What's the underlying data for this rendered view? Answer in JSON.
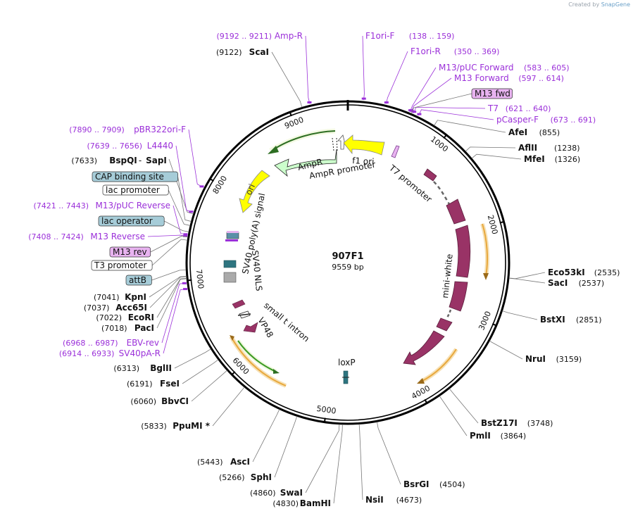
{
  "watermark": {
    "prefix": "Created by",
    "brand": "SnapGene"
  },
  "plasmid": {
    "name": "907F1",
    "length_label": "9559 bp",
    "length": 9559
  },
  "colors": {
    "primer": "#9b30d9",
    "site": "#111111",
    "ori": "#ffff00",
    "ampr": "#ccffcc",
    "cds": "#993366",
    "orange": "#e8a83c",
    "green": "#55aa22",
    "box_purple": "#e8b3f0",
    "box_blue": "#a6ccd8"
  },
  "ticks": [
    {
      "pos": 1000,
      "label": "1000"
    },
    {
      "pos": 2000,
      "label": "2000"
    },
    {
      "pos": 3000,
      "label": "3000"
    },
    {
      "pos": 4000,
      "label": "4000"
    },
    {
      "pos": 5000,
      "label": "5000"
    },
    {
      "pos": 6000,
      "label": "6000"
    },
    {
      "pos": 7000,
      "label": "7000"
    },
    {
      "pos": 8000,
      "label": "8000"
    },
    {
      "pos": 9000,
      "label": "9000"
    }
  ],
  "sites_right": [
    {
      "name": "AfeI",
      "coord": "(855)",
      "pos": 855
    },
    {
      "name": "AflII",
      "coord": "(1238)",
      "pos": 1238
    },
    {
      "name": "MfeI",
      "coord": "(1326)",
      "pos": 1326
    },
    {
      "name": "Eco53kI",
      "coord": "(2535)",
      "pos": 2535
    },
    {
      "name": "SacI",
      "coord": "(2537)",
      "pos": 2537
    },
    {
      "name": "BstXI",
      "coord": "(2851)",
      "pos": 2851
    },
    {
      "name": "NruI",
      "coord": "(3159)",
      "pos": 3159
    },
    {
      "name": "BstZ17I",
      "coord": "(3748)",
      "pos": 3748
    },
    {
      "name": "PmlI",
      "coord": "(3864)",
      "pos": 3864
    },
    {
      "name": "BsrGI",
      "coord": "(4504)",
      "pos": 4504
    },
    {
      "name": "NsiI",
      "coord": "(4673)",
      "pos": 4673
    }
  ],
  "sites_left": [
    {
      "name": "ScaI",
      "coord": "(9122)",
      "pos": 9122
    },
    {
      "name": "KpnI",
      "coord": "(7041)",
      "pos": 7041
    },
    {
      "name": "Acc65I",
      "coord": "(7037)",
      "pos": 7037
    },
    {
      "name": "EcoRI",
      "coord": "(7022)",
      "pos": 7022
    },
    {
      "name": "PacI",
      "coord": "(7018)",
      "pos": 7018
    },
    {
      "name": "BglII",
      "coord": "(6313)",
      "pos": 6313
    },
    {
      "name": "FseI",
      "coord": "(6191)",
      "pos": 6191
    },
    {
      "name": "BbvCI",
      "coord": "(6060)",
      "pos": 6060
    },
    {
      "name": "PpuMI *",
      "coord": "(5833)",
      "pos": 5833
    },
    {
      "name": "AscI",
      "coord": "(5443)",
      "pos": 5443
    },
    {
      "name": "SphI",
      "coord": "(5266)",
      "pos": 5266
    },
    {
      "name": "SwaI",
      "coord": "(4860)",
      "pos": 4860
    },
    {
      "name": "BamHI",
      "coord": "(4830)",
      "pos": 4830
    }
  ],
  "bspqi": {
    "coord": "(7633)",
    "name": "BspQI",
    "sep": " - ",
    "name2": "SapI",
    "pos": 7633
  },
  "primers_right": [
    {
      "name": "F1ori-F",
      "coord": "(138 .. 159)",
      "pos": 148
    },
    {
      "name": "F1ori-R",
      "coord": "(350 .. 369)",
      "pos": 360
    },
    {
      "name": "M13/pUC Forward",
      "coord": "(583 .. 605)",
      "pos": 594
    },
    {
      "name": "M13 Forward",
      "coord": "(597 .. 614)",
      "pos": 605
    },
    {
      "name": "T7",
      "coord": "(621 .. 640)",
      "pos": 630
    },
    {
      "name": "pCasper-F",
      "coord": "(673 .. 691)",
      "pos": 682
    }
  ],
  "primers_left": [
    {
      "name": "Amp-R",
      "coord": "(9192 .. 9211)",
      "pos": 9201
    },
    {
      "name": "pBR322ori-F",
      "coord": "(7890 .. 7909)",
      "pos": 7900
    },
    {
      "name": "L4440",
      "coord": "(7639 .. 7656)",
      "pos": 7647
    },
    {
      "name": "M13/pUC Reverse",
      "coord": "(7421 .. 7443)",
      "pos": 7432
    },
    {
      "name": "M13 Reverse",
      "coord": "(7408 .. 7424)",
      "pos": 7416
    },
    {
      "name": "EBV-rev",
      "coord": "(6968 .. 6987)",
      "pos": 6978
    },
    {
      "name": "SV40pA-R",
      "coord": "(6914 .. 6933)",
      "pos": 6924
    }
  ],
  "boxed_labels": {
    "m13_fwd": "M13 fwd",
    "cap": "CAP binding site",
    "lac_promoter": "lac promoter",
    "lac_operator": "lac operator",
    "m13_rev": "M13 rev",
    "t3": "T3 promoter",
    "attb": "attB"
  },
  "features": {
    "ampr": "AmpR",
    "ampr_promoter": "AmpR promoter",
    "f1_ori": "f1 ori",
    "t7_promoter": "T7 promoter",
    "ori": "ori",
    "sv40_polya": "SV40 poly(A) signal",
    "sv40_nls": "SV40 NLS",
    "small_t": "small t intron",
    "vp48": "VP48",
    "mini_white": "mini-white",
    "loxp": "loxP"
  }
}
